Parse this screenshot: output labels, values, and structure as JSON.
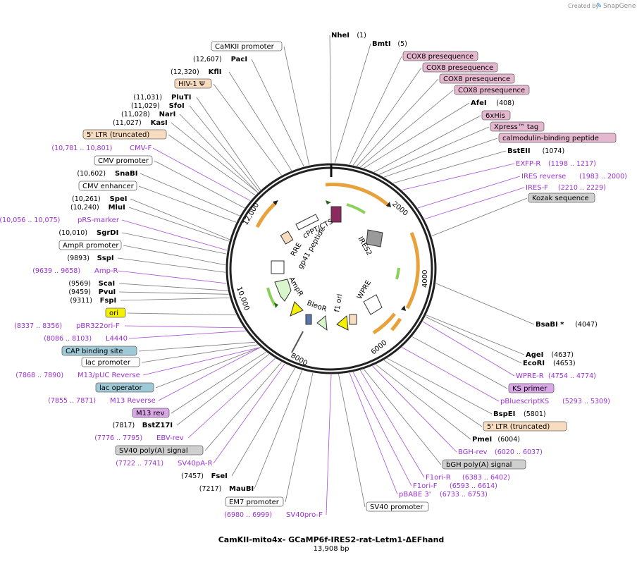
{
  "credit": {
    "prefix": "Created by",
    "brand": "SnapGene"
  },
  "plasmid": {
    "name": "CamKII-mito4x- GCaMP6f-IRES2-rat-Letm1-ΔEFhand",
    "length": "13,908 bp"
  },
  "ticks": [
    "2000",
    "4000",
    "6000",
    "8000",
    "10,000",
    "12,000"
  ],
  "inner_labels": [
    "cPPT/CTS",
    "RRE",
    "gp41 peptide",
    "IRES2",
    "WPRE",
    "f1 ori",
    "BleoR",
    "AmpR"
  ],
  "labels_right": [
    {
      "name": "NheI",
      "pos": "(1)",
      "kind": "enzyme"
    },
    {
      "name": "BmtI",
      "pos": "(5)",
      "kind": "enzyme"
    },
    {
      "name": "COX8 presequence",
      "kind": "feature",
      "color": "#e6b8d0"
    },
    {
      "name": "COX8 presequence",
      "kind": "feature",
      "color": "#e6b8d0"
    },
    {
      "name": "COX8 presequence",
      "kind": "feature",
      "color": "#e6b8d0"
    },
    {
      "name": "COX8 presequence",
      "kind": "feature",
      "color": "#e6b8d0"
    },
    {
      "name": "AfeI",
      "pos": "(408)",
      "kind": "enzyme"
    },
    {
      "name": "6xHis",
      "kind": "feature",
      "color": "#e6b8d0"
    },
    {
      "name": "Xpress™ tag",
      "kind": "feature",
      "color": "#e6b8d0"
    },
    {
      "name": "calmodulin-binding peptide",
      "kind": "feature",
      "color": "#e6b8d0"
    },
    {
      "name": "BstEII",
      "pos": "(1074)",
      "kind": "enzyme"
    },
    {
      "name": "EXFP-R",
      "pos": "(1198 .. 1217)",
      "kind": "primer"
    },
    {
      "name": "IRES reverse",
      "pos": "(1983 .. 2000)",
      "kind": "primer"
    },
    {
      "name": "IRES-F",
      "pos": "(2210 .. 2229)",
      "kind": "primer"
    },
    {
      "name": "Kozak sequence",
      "kind": "feature",
      "color": "#cfcfcf"
    },
    {
      "name": "BsaBI *",
      "pos": "(4047)",
      "kind": "enzyme"
    },
    {
      "name": "AgeI",
      "pos": "(4637)",
      "kind": "enzyme"
    },
    {
      "name": "EcoRI",
      "pos": "(4653)",
      "kind": "enzyme"
    },
    {
      "name": "WPRE-R",
      "pos": "(4754 .. 4774)",
      "kind": "primer"
    },
    {
      "name": "KS primer",
      "kind": "feature",
      "color": "#d9a6e6"
    },
    {
      "name": "pBluescriptKS",
      "pos": "(5293 .. 5309)",
      "kind": "primer"
    },
    {
      "name": "BspEI",
      "pos": "(5801)",
      "kind": "enzyme"
    },
    {
      "name": "5' LTR (truncated)",
      "kind": "feature",
      "color": "#f7dcc0"
    },
    {
      "name": "PmeI",
      "pos": "(6004)",
      "kind": "enzyme"
    },
    {
      "name": "BGH-rev",
      "pos": "(6020 .. 6037)",
      "kind": "primer"
    },
    {
      "name": "bGH poly(A) signal",
      "kind": "feature",
      "color": "#cfcfcf"
    },
    {
      "name": "F1ori-R",
      "pos": "(6383 .. 6402)",
      "kind": "primer"
    },
    {
      "name": "F1ori-F",
      "pos": "(6593 .. 6614)",
      "kind": "primer"
    },
    {
      "name": "pBABE 3'",
      "pos": "(6733 .. 6753)",
      "kind": "primer"
    },
    {
      "name": "SV40 promoter",
      "kind": "feature",
      "color": "#ffffff"
    }
  ],
  "labels_left": [
    {
      "name": "CaMKII promoter",
      "kind": "feature",
      "color": "#ffffff"
    },
    {
      "name": "PacI",
      "pos": "(12,607)",
      "kind": "enzyme"
    },
    {
      "name": "KflI",
      "pos": "(12,320)",
      "kind": "enzyme"
    },
    {
      "name": "HIV-1 Ψ",
      "kind": "feature",
      "color": "#f7dcc0"
    },
    {
      "name": "PluTI",
      "pos": "(11,031)",
      "kind": "enzyme"
    },
    {
      "name": "SfoI",
      "pos": "(11,029)",
      "kind": "enzyme"
    },
    {
      "name": "NarI",
      "pos": "(11,028)",
      "kind": "enzyme"
    },
    {
      "name": "KasI",
      "pos": "(11,027)",
      "kind": "enzyme"
    },
    {
      "name": "5' LTR (truncated)",
      "kind": "feature",
      "color": "#f7dcc0"
    },
    {
      "name": "CMV-F",
      "pos": "(10,781 .. 10,801)",
      "kind": "primer"
    },
    {
      "name": "CMV promoter",
      "kind": "feature",
      "color": "#ffffff"
    },
    {
      "name": "SnaBI",
      "pos": "(10,602)",
      "kind": "enzyme"
    },
    {
      "name": "CMV enhancer",
      "kind": "feature",
      "color": "#ffffff"
    },
    {
      "name": "SpeI",
      "pos": "(10,261)",
      "kind": "enzyme"
    },
    {
      "name": "MluI",
      "pos": "(10,240)",
      "kind": "enzyme"
    },
    {
      "name": "pRS-marker",
      "pos": "(10,056 .. 10,075)",
      "kind": "primer"
    },
    {
      "name": "SgrDI",
      "pos": "(10,010)",
      "kind": "enzyme"
    },
    {
      "name": "AmpR promoter",
      "kind": "feature",
      "color": "#ffffff"
    },
    {
      "name": "SspI",
      "pos": "(9893)",
      "kind": "enzyme"
    },
    {
      "name": "Amp-R",
      "pos": "(9639 .. 9658)",
      "kind": "primer"
    },
    {
      "name": "ScaI",
      "pos": "(9569)",
      "kind": "enzyme"
    },
    {
      "name": "PvuI",
      "pos": "(9459)",
      "kind": "enzyme"
    },
    {
      "name": "FspI",
      "pos": "(9311)",
      "kind": "enzyme"
    },
    {
      "name": "ori",
      "kind": "feature",
      "color": "#f5f000"
    },
    {
      "name": "pBR322ori-F",
      "pos": "(8337 .. 8356)",
      "kind": "primer"
    },
    {
      "name": "L4440",
      "pos": "(8086 .. 8103)",
      "kind": "primer"
    },
    {
      "name": "CAP binding site",
      "kind": "feature",
      "color": "#9fc9d6"
    },
    {
      "name": "lac promoter",
      "kind": "feature",
      "color": "#ffffff"
    },
    {
      "name": "M13/pUC Reverse",
      "pos": "(7868 .. 7890)",
      "kind": "primer"
    },
    {
      "name": "lac operator",
      "kind": "feature",
      "color": "#9fc9d6"
    },
    {
      "name": "M13 Reverse",
      "pos": "(7855 .. 7871)",
      "kind": "primer"
    },
    {
      "name": "M13 rev",
      "kind": "feature",
      "color": "#d9a6e6"
    },
    {
      "name": "BstZ17I",
      "pos": "(7817)",
      "kind": "enzyme"
    },
    {
      "name": "EBV-rev",
      "pos": "(7776 .. 7795)",
      "kind": "primer"
    },
    {
      "name": "SV40 poly(A) signal",
      "kind": "feature",
      "color": "#cfcfcf"
    },
    {
      "name": "SV40pA-R",
      "pos": "(7722 .. 7741)",
      "kind": "primer"
    },
    {
      "name": "FseI",
      "pos": "(7457)",
      "kind": "enzyme"
    },
    {
      "name": "MauBI",
      "pos": "(7217)",
      "kind": "enzyme"
    },
    {
      "name": "EM7 promoter",
      "kind": "feature",
      "color": "#ffffff"
    },
    {
      "name": "SV40pro-F",
      "pos": "(6980 .. 6999)",
      "kind": "primer"
    }
  ]
}
